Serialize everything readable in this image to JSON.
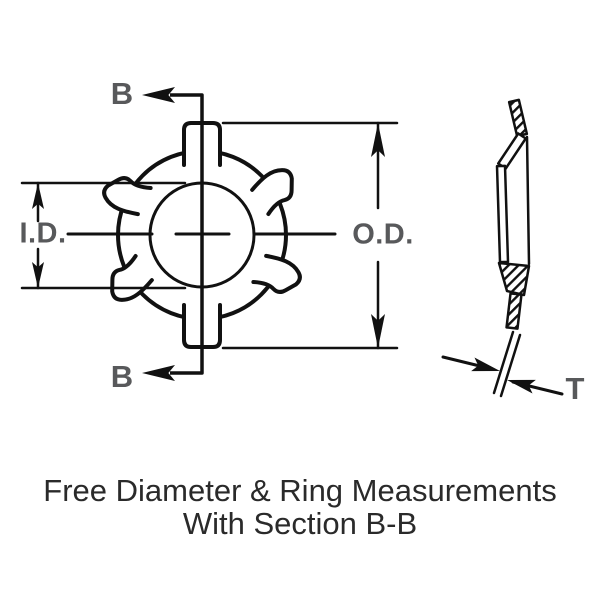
{
  "labels": {
    "section_top": "B",
    "section_bottom": "B",
    "inner_diameter": "I.D.",
    "outer_diameter": "O.D.",
    "thickness": "T"
  },
  "caption": {
    "line1": "Free Diameter & Ring Measurements",
    "line2": "With Section B-B"
  },
  "colors": {
    "line": "#111111",
    "label": "#58595b",
    "caption": "#2a2a2a",
    "background": "#ffffff"
  }
}
